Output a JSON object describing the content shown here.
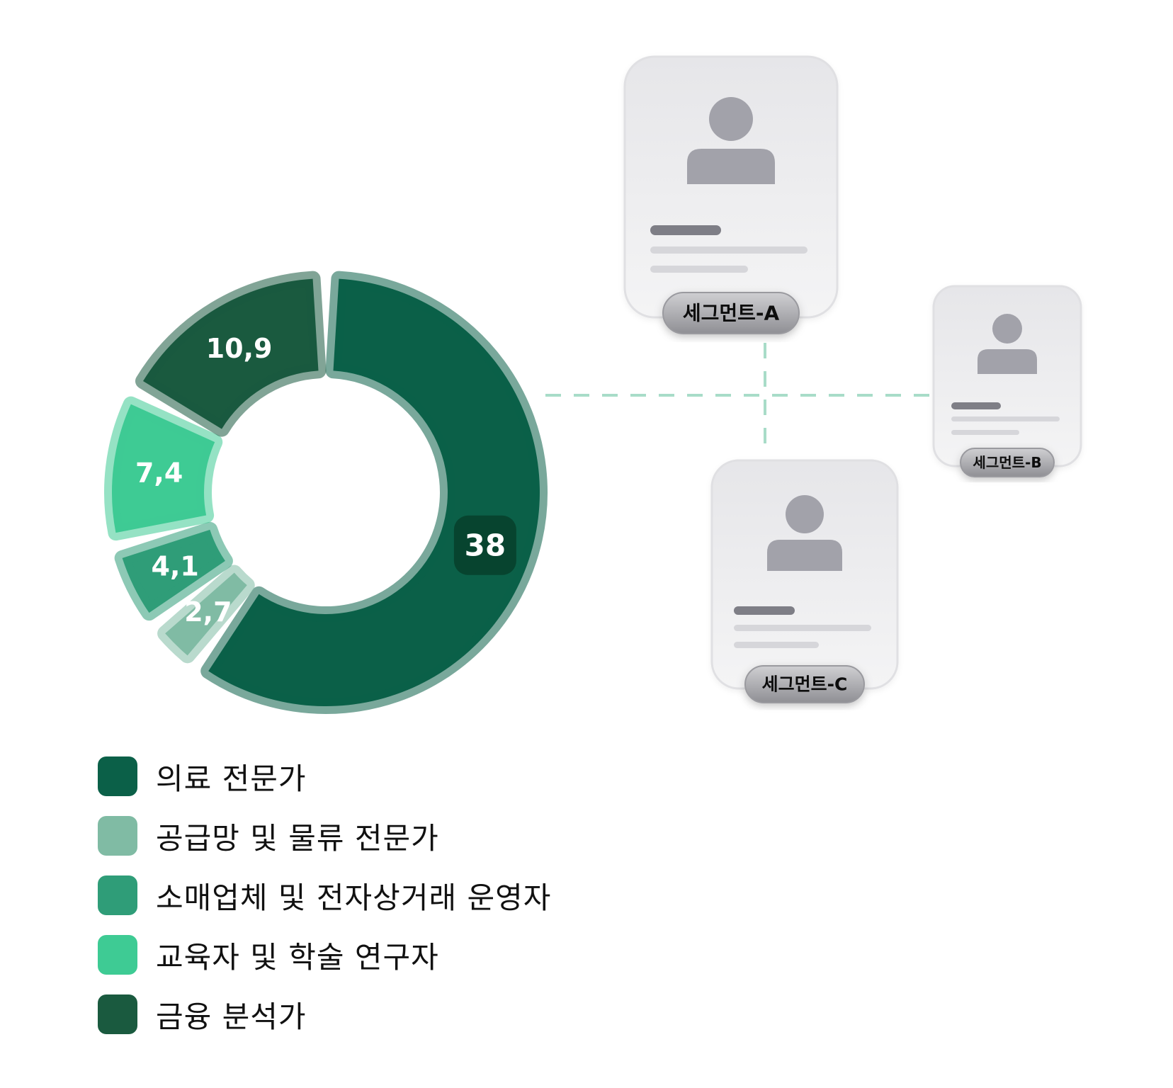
{
  "chart_data": {
    "type": "pie",
    "variant": "donut",
    "categories": [
      "의료 전문가",
      "공급망 및 물류 전문가",
      "소매업체 및 전자상거래 운영자",
      "교육자 및 학술 연구자",
      "금융 분석가"
    ],
    "values": [
      38,
      2.7,
      4.1,
      7.4,
      10.9
    ],
    "value_labels": [
      "38",
      "2,7",
      "4,1",
      "7,4",
      "10,9"
    ],
    "colors": [
      "#0b6048",
      "#80bba4",
      "#2f9d78",
      "#3ecb94",
      "#1a5a3f"
    ],
    "legend_position": "bottom-left"
  },
  "segments": {
    "a": {
      "label": "세그먼트-A"
    },
    "b": {
      "label": "세그먼트-B"
    },
    "c": {
      "label": "세그먼트-C"
    }
  },
  "colors": {
    "connector": "#a8dcc8",
    "card_bg": "#ececee",
    "avatar": "#a2a2aa",
    "badge": "#a8a8ad"
  },
  "icons": [
    "user-avatar-icon"
  ]
}
